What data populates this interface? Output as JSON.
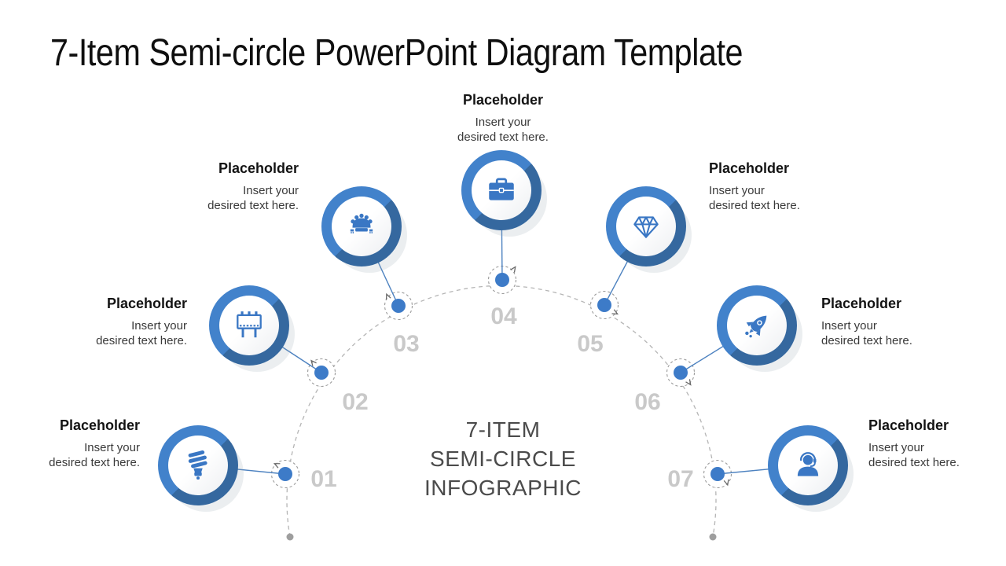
{
  "slide": {
    "title": "7-Item Semi-circle PowerPoint Diagram Template",
    "center_label_line1": "7-ITEM",
    "center_label_line2": "SEMI-CIRCLE",
    "center_label_line3": "INFOGRAPHIC"
  },
  "items": [
    {
      "number": "01",
      "heading": "Placeholder",
      "body_line1": "Insert your",
      "body_line2": "desired text here.",
      "icon": "cfl-bulb-icon"
    },
    {
      "number": "02",
      "heading": "Placeholder",
      "body_line1": "Insert your",
      "body_line2": "desired text here.",
      "icon": "billboard-icon"
    },
    {
      "number": "03",
      "heading": "Placeholder",
      "body_line1": "Insert your",
      "body_line2": "desired text here.",
      "icon": "meeting-table-icon"
    },
    {
      "number": "04",
      "heading": "Placeholder",
      "body_line1": "Insert your",
      "body_line2": "desired text here.",
      "icon": "briefcase-icon"
    },
    {
      "number": "05",
      "heading": "Placeholder",
      "body_line1": "Insert your",
      "body_line2": "desired text here.",
      "icon": "diamond-icon"
    },
    {
      "number": "06",
      "heading": "Placeholder",
      "body_line1": "Insert your",
      "body_line2": "desired text here.",
      "icon": "rocket-icon"
    },
    {
      "number": "07",
      "heading": "Placeholder",
      "body_line1": "Insert your",
      "body_line2": "desired text here.",
      "icon": "support-agent-icon"
    }
  ],
  "colors": {
    "accent_blue": "#3d7bc8",
    "icon_blue": "#3a77c4",
    "ring_blue_light": "#4282cb",
    "ring_blue_dark": "#35689f",
    "connector_blue": "#4d82c0",
    "number_gray": "#c9c9c9",
    "dash_gray": "#b5b5b5",
    "center_text_gray": "#4b4b4b"
  }
}
